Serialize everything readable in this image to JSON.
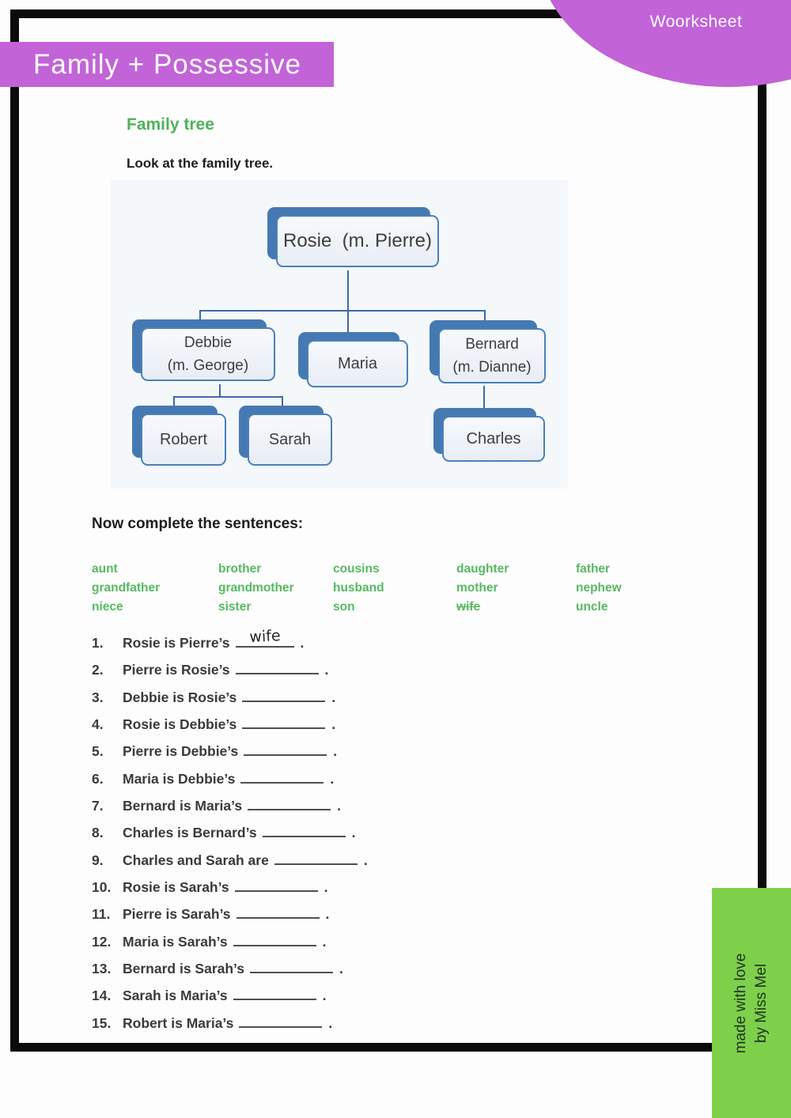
{
  "header": {
    "corner_label": "Woorksheet",
    "banner_title": "Family + Possessive"
  },
  "headings": {
    "section_title": "Family tree",
    "look_instruction": "Look at the family tree.",
    "complete_instruction": "Now complete the sentences:"
  },
  "tree": {
    "nodes": {
      "rosie": {
        "label": "Rosie  (m. Pierre)"
      },
      "debbie": {
        "label": "Debbie",
        "label2": "(m. George)"
      },
      "maria": {
        "label": "Maria"
      },
      "bernard": {
        "label": "Bernard",
        "label2": "(m. Dianne)"
      },
      "robert": {
        "label": "Robert"
      },
      "sarah": {
        "label": "Sarah"
      },
      "charles": {
        "label": "Charles"
      }
    }
  },
  "word_bank": {
    "words": [
      {
        "text": "aunt",
        "struck": false
      },
      {
        "text": "brother",
        "struck": false
      },
      {
        "text": "cousins",
        "struck": false
      },
      {
        "text": "daughter",
        "struck": false
      },
      {
        "text": "father",
        "struck": false
      },
      {
        "text": "grandfather",
        "struck": false
      },
      {
        "text": "grandmother",
        "struck": false
      },
      {
        "text": "husband",
        "struck": false
      },
      {
        "text": "mother",
        "struck": false
      },
      {
        "text": "nephew",
        "struck": false
      },
      {
        "text": "niece",
        "struck": false
      },
      {
        "text": "sister",
        "struck": false
      },
      {
        "text": "son",
        "struck": false
      },
      {
        "text": "wife",
        "struck": true
      },
      {
        "text": "uncle",
        "struck": false
      }
    ]
  },
  "punct": {
    "end": "."
  },
  "sentences": [
    {
      "num": "1.",
      "text": "Rosie is Pierre’s",
      "answer": "wife"
    },
    {
      "num": "2.",
      "text": "Pierre is Rosie’s",
      "answer": ""
    },
    {
      "num": "3.",
      "text": "Debbie is Rosie’s",
      "answer": ""
    },
    {
      "num": "4.",
      "text": "Rosie is Debbie’s",
      "answer": ""
    },
    {
      "num": "5.",
      "text": "Pierre is Debbie’s",
      "answer": ""
    },
    {
      "num": "6.",
      "text": "Maria is Debbie’s",
      "answer": ""
    },
    {
      "num": "7.",
      "text": "Bernard is Maria’s",
      "answer": ""
    },
    {
      "num": "8.",
      "text": "Charles is Bernard’s",
      "answer": ""
    },
    {
      "num": "9.",
      "text": "Charles and Sarah are",
      "answer": ""
    },
    {
      "num": "10.",
      "text": "Rosie is Sarah’s",
      "answer": ""
    },
    {
      "num": "11.",
      "text": "Pierre is Sarah’s",
      "answer": ""
    },
    {
      "num": "12.",
      "text": "Maria is Sarah’s",
      "answer": ""
    },
    {
      "num": "13.",
      "text": "Bernard is Sarah’s",
      "answer": ""
    },
    {
      "num": "14.",
      "text": "Sarah is Maria’s",
      "answer": ""
    },
    {
      "num": "15.",
      "text": "Robert is Maria’s",
      "answer": ""
    }
  ],
  "credit": {
    "line1": "made with love",
    "line2": "by Miss Mel"
  },
  "colors": {
    "purple": "#c263d8",
    "green_heading": "#4fb25b",
    "green_words": "#56b962",
    "green_box": "#7ed04b",
    "tree_blue": "#4579b2",
    "tree_fill": "#eef2f9",
    "tree_line": "#3a6ba3"
  }
}
